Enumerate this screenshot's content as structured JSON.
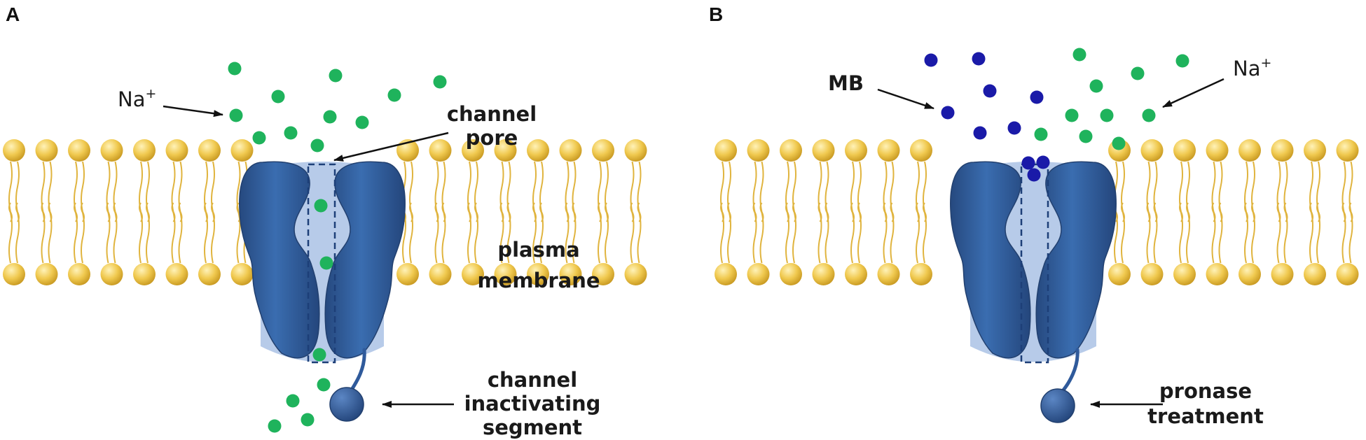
{
  "panels": [
    {
      "letter": "A",
      "labels": {
        "ion": "Na",
        "ion_charge": "+",
        "pore": [
          "channel",
          "pore"
        ],
        "membrane": [
          "plasma",
          "membrane"
        ],
        "segment": [
          "channel",
          "inactivating",
          "segment"
        ]
      }
    },
    {
      "letter": "B",
      "labels": {
        "blocker": "MB",
        "ion": "Na",
        "ion_charge": "+",
        "treatment": [
          "pronase",
          "treatment"
        ]
      }
    }
  ],
  "colors": {
    "lipid_head": "#f0c94f",
    "lipid_tail": "#e0b43e",
    "channel_subunit": "#2f5a9b",
    "channel_body": "#b7cbe9",
    "sodium_ion": "#1fb35c",
    "mb_molecule": "#1a1aa8",
    "arrow": "#111111"
  },
  "icons": [
    "sodium-ion-dot",
    "mb-molecule-dot",
    "lipid-head-sphere",
    "channel-subunit-shape",
    "inactivation-ball"
  ]
}
